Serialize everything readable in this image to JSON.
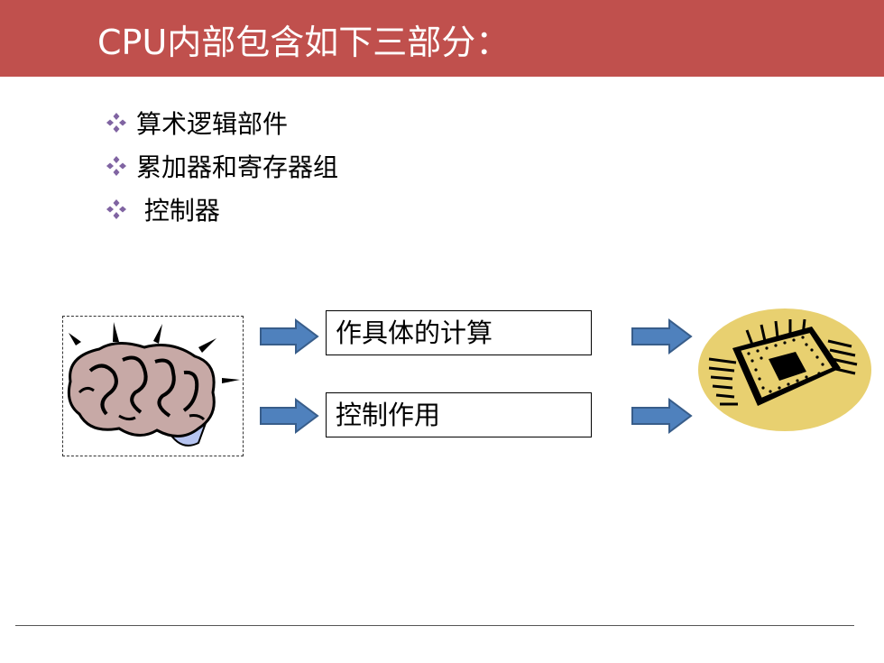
{
  "slide": {
    "title": "CPU内部包含如下三部分：",
    "bullets": [
      {
        "text": "算术逻辑部件"
      },
      {
        "text": "累加器和寄存器组"
      },
      {
        "text": " 控制器"
      }
    ],
    "boxes": [
      {
        "text": "作具体的计算"
      },
      {
        "text": "控制作用"
      }
    ],
    "colors": {
      "title_bar": "#c0504d",
      "bullet": "#8064a2",
      "arrow_fill": "#4f81bd",
      "arrow_stroke": "#385d8a",
      "chip_bg": "#e8d070",
      "brain": "#c7a9a6"
    },
    "icons": [
      "diamond-bullet-icon",
      "right-arrow-icon",
      "brain-icon",
      "cpu-chip-icon"
    ]
  }
}
